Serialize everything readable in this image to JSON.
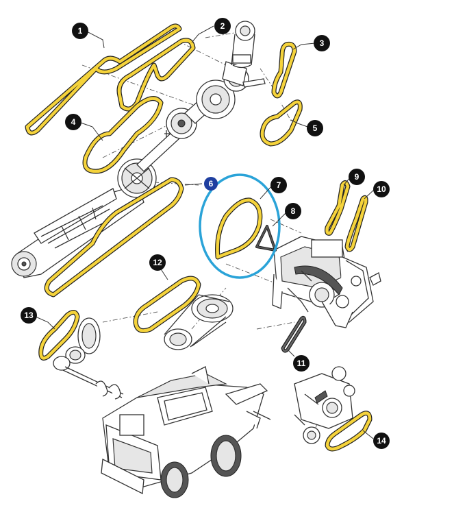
{
  "colors": {
    "belt": "#f5d33b",
    "belt_outline": "#222222",
    "callout_fill": "#111111",
    "callout_text": "#ffffff",
    "callout_highlight_fill": "#1f3fa0",
    "highlight_ring": "#2aa3d8"
  },
  "callouts": [
    {
      "id": "1",
      "label": "1"
    },
    {
      "id": "2",
      "label": "2"
    },
    {
      "id": "3",
      "label": "3"
    },
    {
      "id": "4",
      "label": "4"
    },
    {
      "id": "5",
      "label": "5"
    },
    {
      "id": "6",
      "label": "6"
    },
    {
      "id": "7",
      "label": "7"
    },
    {
      "id": "8",
      "label": "8"
    },
    {
      "id": "9",
      "label": "9"
    },
    {
      "id": "10",
      "label": "10"
    },
    {
      "id": "11",
      "label": "11"
    },
    {
      "id": "12",
      "label": "12"
    },
    {
      "id": "13",
      "label": "13"
    },
    {
      "id": "14",
      "label": "14"
    }
  ]
}
